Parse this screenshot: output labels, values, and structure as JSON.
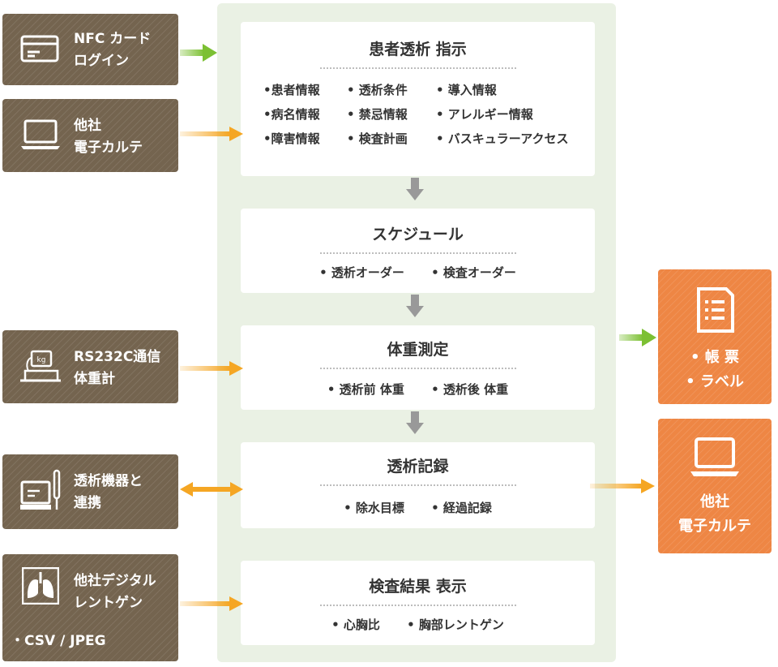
{
  "sources": {
    "nfc": {
      "line1": "NFC カード",
      "line2": "ログイン",
      "icon": "card-icon"
    },
    "emr": {
      "line1": "他社",
      "line2": "電子カルテ",
      "icon": "laptop-icon"
    },
    "scale": {
      "line1": "RS232C通信",
      "line2": "体重計",
      "icon": "scale-icon",
      "icon_text": "kg"
    },
    "device": {
      "line1": "透析機器と",
      "line2": "連携",
      "icon": "monitor-icon"
    },
    "xray": {
      "line1": "他社デジタル",
      "line2": "レントゲン",
      "line3": "・CSV / JPEG",
      "icon": "lungs-icon"
    }
  },
  "cards": {
    "instruction": {
      "title": "患者透析 指示",
      "items": [
        "•患者情報",
        "• 透析条件",
        "• 導入情報",
        "•病名情報",
        "• 禁忌情報",
        "• アレルギー情報",
        "•障害情報",
        "• 検査計画",
        "• バスキュラーアクセス"
      ]
    },
    "schedule": {
      "title": "スケジュール",
      "items": [
        "• 透析オーダー",
        "• 検査オーダー"
      ]
    },
    "weight": {
      "title": "体重測定",
      "items": [
        "• 透析前 体重",
        "• 透析後 体重"
      ]
    },
    "record": {
      "title": "透析記録",
      "items": [
        "• 除水目標",
        "• 経過記録"
      ]
    },
    "exam": {
      "title": "検査結果 表示",
      "items": [
        "• 心胸比",
        "• 胸部レントゲン"
      ]
    }
  },
  "outputs": {
    "report": {
      "line1": "• 帳 票",
      "line2": "• ラベル",
      "icon": "document-icon"
    },
    "emr_out": {
      "line1": "他社",
      "line2": "電子カルテ",
      "icon": "laptop-icon"
    }
  },
  "colors": {
    "source_bg": "#74644f",
    "output_bg": "#ee8644",
    "panel_bg": "#eaf1e4",
    "arrow_green": "#7cc033",
    "arrow_orange": "#f5a623",
    "arrow_gray": "#999999"
  }
}
